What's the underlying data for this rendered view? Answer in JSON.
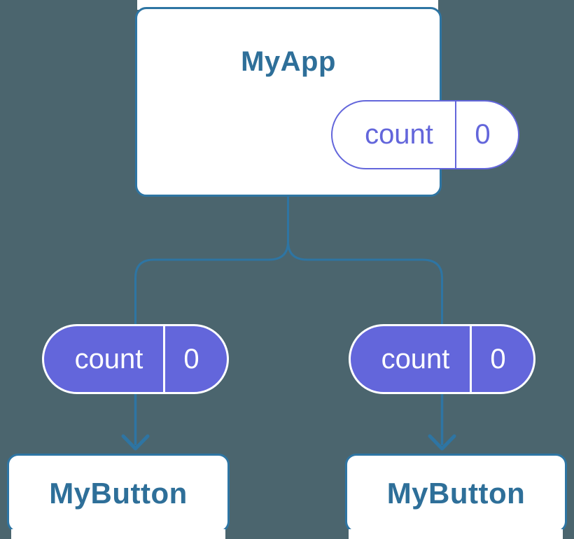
{
  "colors": {
    "bg": "#4B656E",
    "steel": "#2E75A3",
    "steel-text": "#2E6F99",
    "purple": "#6366DB",
    "card-bg": "#FFFFFF"
  },
  "tree": {
    "root": {
      "title": "MyApp",
      "state": {
        "label": "count",
        "value": "0"
      }
    },
    "children": [
      {
        "title": "MyButton",
        "prop": {
          "label": "count",
          "value": "0"
        }
      },
      {
        "title": "MyButton",
        "prop": {
          "label": "count",
          "value": "0"
        }
      }
    ]
  }
}
